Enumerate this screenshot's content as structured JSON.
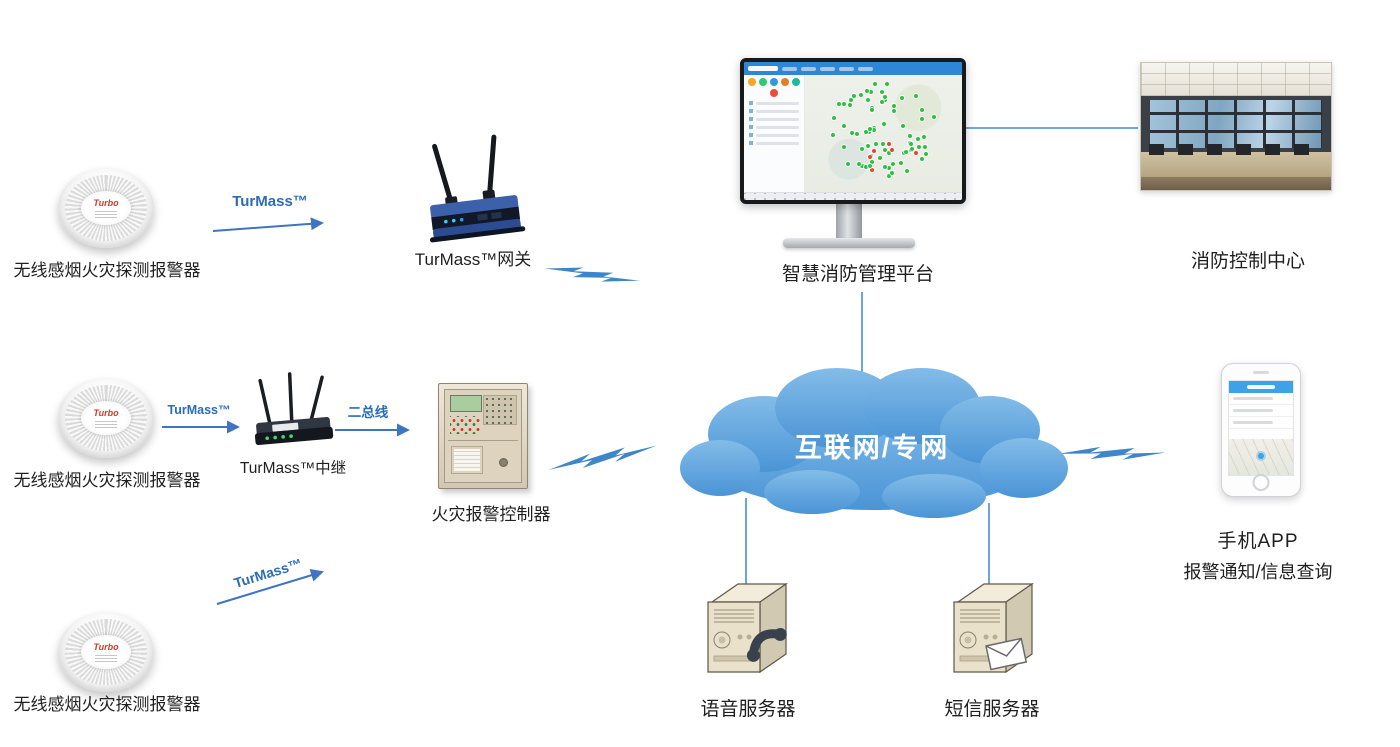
{
  "nodes": {
    "detector": {
      "label": "无线感烟火灾探测报警器",
      "brand": "Turbo"
    },
    "gateway": {
      "label": "TurMass™网关"
    },
    "repeater": {
      "label": "TurMass™中继"
    },
    "controller": {
      "label": "火灾报警控制器"
    },
    "platform": {
      "label": "智慧消防管理平台"
    },
    "control_center": {
      "label": "消防控制中心"
    },
    "cloud": {
      "label": "互联网/专网"
    },
    "voice_server": {
      "label": "语音服务器"
    },
    "sms_server": {
      "label": "短信服务器"
    },
    "mobile_app": {
      "line1": "手机APP",
      "line2": "报警通知/信息查询"
    }
  },
  "edges": {
    "detector_to_gateway": {
      "label": "TurMass™"
    },
    "detector_to_repeater": {
      "label": "TurMass™"
    },
    "repeater_to_controller": {
      "label": "二总线"
    },
    "detector_to_network": {
      "label": "TurMass™"
    }
  },
  "colors": {
    "connector": "#3e74c2",
    "line": "#5b9bd5",
    "bolt": "#3f86c9",
    "cloud_top": "#83bce8",
    "cloud_bottom": "#4a94d6",
    "edge_label": "#2b6cb8",
    "brand_red": "#d6362b",
    "map_dot_green": "#2fbf44",
    "map_dot_red": "#e64533"
  }
}
